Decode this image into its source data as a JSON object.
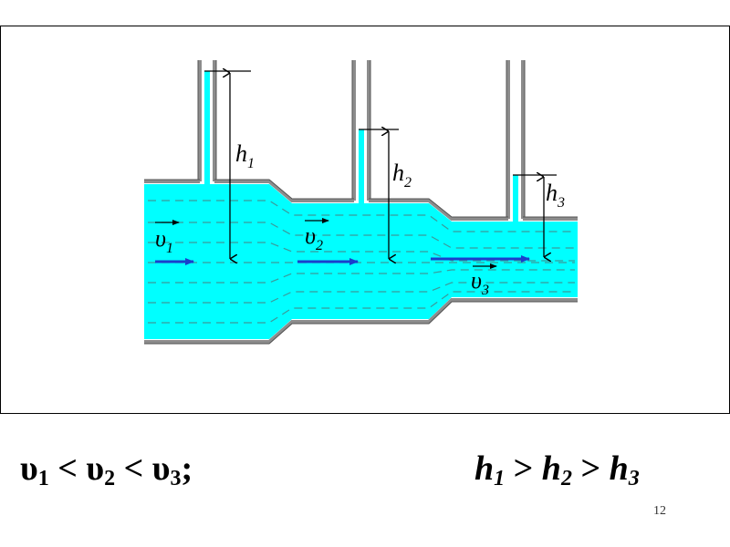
{
  "diagram": {
    "labels": {
      "h1": "h",
      "h1_sub": "1",
      "h2": "h",
      "h2_sub": "2",
      "h3": "h",
      "h3_sub": "3",
      "v1": "υ",
      "v1_sub": "1",
      "v2": "υ",
      "v2_sub": "2",
      "v3": "υ",
      "v3_sub": "3"
    },
    "colors": {
      "fluid": "#00FFFF",
      "wall": "#8c8c8c",
      "arrow": "#1a3fcc",
      "measure": "#000000"
    }
  },
  "formulas": {
    "velocity": {
      "v1": "υ",
      "v1_sub": "1",
      "lt1": " < ",
      "v2": "υ",
      "v2_sub": "2",
      "lt2": " < ",
      "v3": "υ",
      "v3_sub": "3",
      "end": ";"
    },
    "height": {
      "h1": "h",
      "h1_sub": "1",
      "gt1": " > ",
      "h2": "h",
      "h2_sub": "2",
      "gt2": " > ",
      "h3": "h",
      "h3_sub": "3"
    }
  },
  "page_number": "12"
}
